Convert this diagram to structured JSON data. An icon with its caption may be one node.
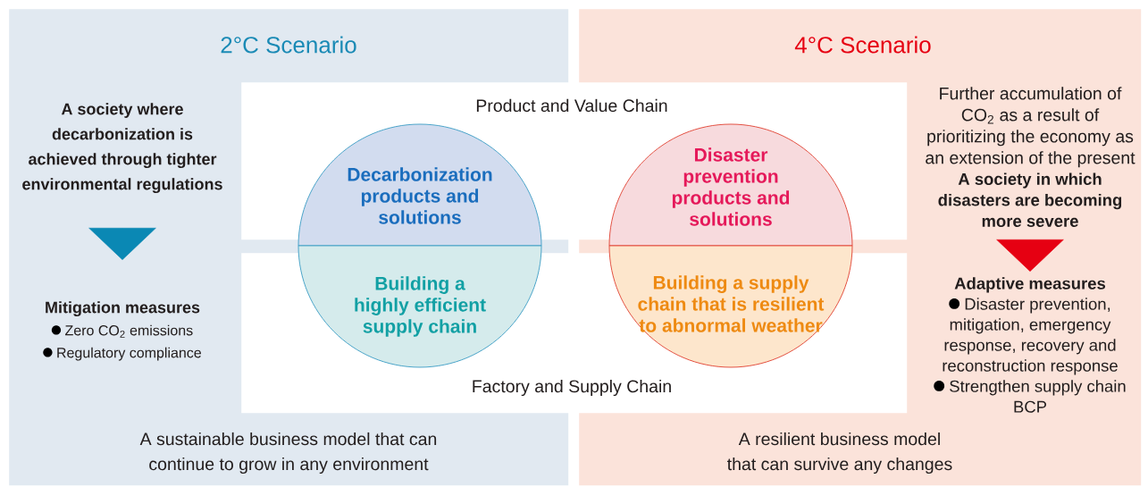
{
  "diagram": {
    "nodes": [
      {
        "text": [
          "2°C Scenario"
        ]
      },
      {
        "text": [
          "A society where decarbonization is achieved through tighter environmental regulations"
        ],
        "in": 0
      },
      {
        "text": [
          "Mitigation measures",
          "Zero CO$_{2}$ emissions",
          "Regulatory compliance"
        ],
        "in": 0
      },
      {
        "text": [
          "4°C Scenario"
        ]
      },
      {
        "text": [
          "Further accumulation of CO$_{2}$ as a result of prioritizing the economy as an extension of the present",
          "A society in which disasters are becoming more severe"
        ],
        "in": 3
      },
      {
        "text": [
          "Adaptive measures",
          "Disaster prevention, mitigation, emergency response, recovery and reconstruction response",
          "Strengthen supply chain BCP"
        ],
        "in": 3
      },
      {
        "text": [
          "Product and Value Chain"
        ]
      },
      {
        "text": [
          "Decarbonization products and solutions"
        ]
      },
      {
        "text": [
          "Disaster prevention products and solutions"
        ]
      },
      {
        "text": [
          "Factory and Supply Chain"
        ]
      },
      {
        "text": [
          "Building a highly efficient supply chain"
        ]
      },
      {
        "text": [
          "Building a supply chain that is resilient to abnormal weather"
        ]
      }
    ],
    "edges": [
      {
        "from": 1,
        "to": 2,
        "arrow": "to",
        "color": "#0a88b4"
      },
      {
        "from": 4,
        "to": 5,
        "arrow": "to",
        "color": "#e60012"
      }
    ],
    "labels": [
      "A sustainable business model that can continue to grow in any environment",
      "A resilient business model that can survive any changes"
    ]
  }
}
